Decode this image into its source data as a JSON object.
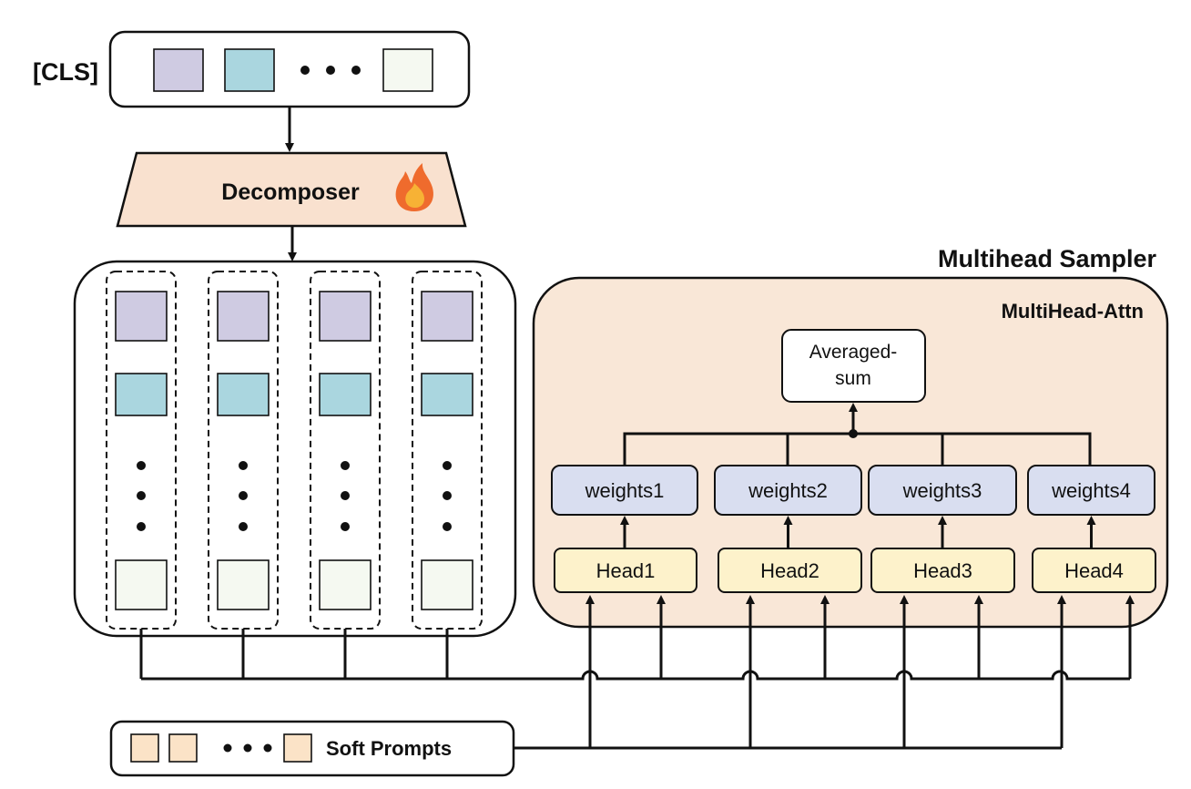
{
  "labels": {
    "cls": "[CLS]",
    "decomposer": "Decomposer",
    "multihead_sampler": "Multihead Sampler",
    "multihead_attn": "MultiHead-Attn",
    "averaged_sum_line1": "Averaged-",
    "averaged_sum_line2": "sum",
    "soft_prompts": "Soft Prompts"
  },
  "weights": [
    "weights1",
    "weights2",
    "weights3",
    "weights4"
  ],
  "heads": [
    "Head1",
    "Head2",
    "Head3",
    "Head4"
  ],
  "colors": {
    "token_purple": "#cfcbe2",
    "token_blue": "#aad6df",
    "token_white": "#f5f9f1",
    "decomposer_fill": "#f9e1cf",
    "sampler_fill": "#f9e7d7",
    "weights_fill": "#d9def0",
    "head_fill": "#fdf2cb",
    "prompt_fill": "#fbe3c7",
    "flame_outer": "#ef6b2d",
    "flame_inner": "#f7b235"
  },
  "icons": {
    "flame": "fire-icon",
    "ellipsis": "ellipsis-icon"
  }
}
